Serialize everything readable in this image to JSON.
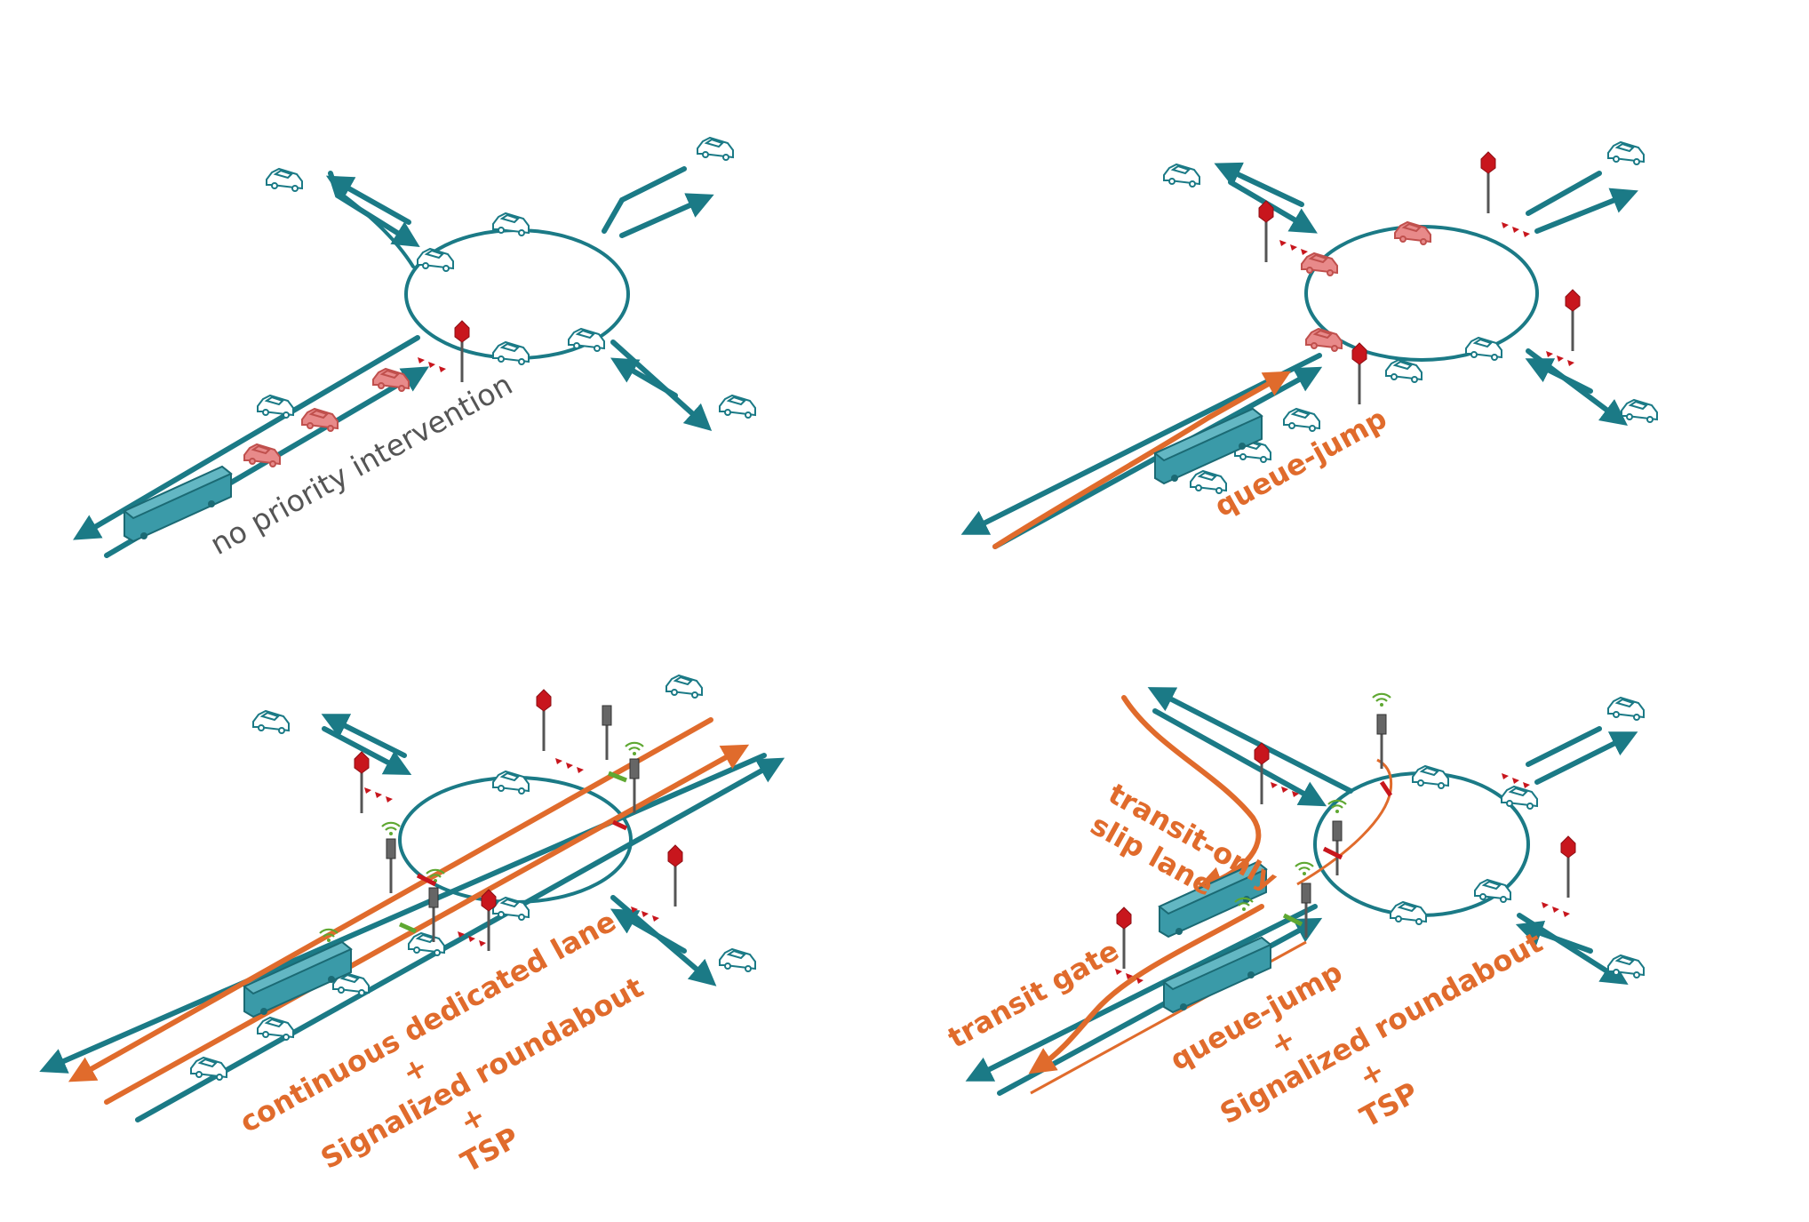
{
  "panels": [
    {
      "id": "a",
      "lines": [
        "no priority intervention"
      ]
    },
    {
      "id": "b",
      "lines": [
        "queue-jump"
      ]
    },
    {
      "id": "c",
      "lines": [
        "continuous dedicated lane",
        "+",
        "Signalized roundabout",
        "+",
        "TSP"
      ]
    },
    {
      "id": "d",
      "lines": [
        "queue-jump",
        "+",
        "Signalized roundabout",
        "+",
        "TSP"
      ],
      "extra": [
        "transit-only",
        "slip lane",
        "transit gate"
      ]
    }
  ],
  "colors": {
    "road": "#1b7a86",
    "transit": "#e06b2c",
    "queued_car": "#e88a8a",
    "sign": "#c8161d",
    "signal_ok": "#5fa832"
  }
}
